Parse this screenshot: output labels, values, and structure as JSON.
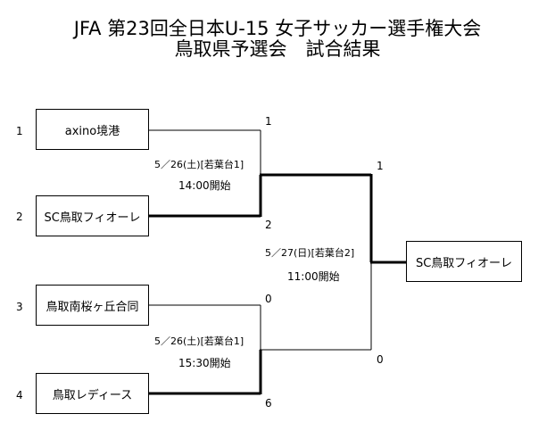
{
  "title": {
    "line1": "JFA 第23回全日本U-15 女子サッカー選手権大会",
    "line2": "鳥取県予選会　試合結果"
  },
  "teams": [
    {
      "seed": "1",
      "name": "axino境港"
    },
    {
      "seed": "2",
      "name": "SC鳥取フィオーレ"
    },
    {
      "seed": "3",
      "name": "鳥取南桜ヶ丘合同"
    },
    {
      "seed": "4",
      "name": "鳥取レディース"
    }
  ],
  "semifinal1": {
    "info_date": "5／26(土)[若葉台1]",
    "info_time": "14:00開始",
    "score_top": "1",
    "score_bottom": "2"
  },
  "semifinal2": {
    "info_date": "5／26(土)[若葉台1]",
    "info_time": "15:30開始",
    "score_top": "0",
    "score_bottom": "6"
  },
  "final": {
    "info_date": "5／27(日)[若葉台2]",
    "info_time": "11:00開始",
    "score_top": "1",
    "score_bottom": "0"
  },
  "winner": {
    "name": "SC鳥取フィオーレ"
  },
  "colors": {
    "line": "#000000",
    "background": "#ffffff"
  }
}
